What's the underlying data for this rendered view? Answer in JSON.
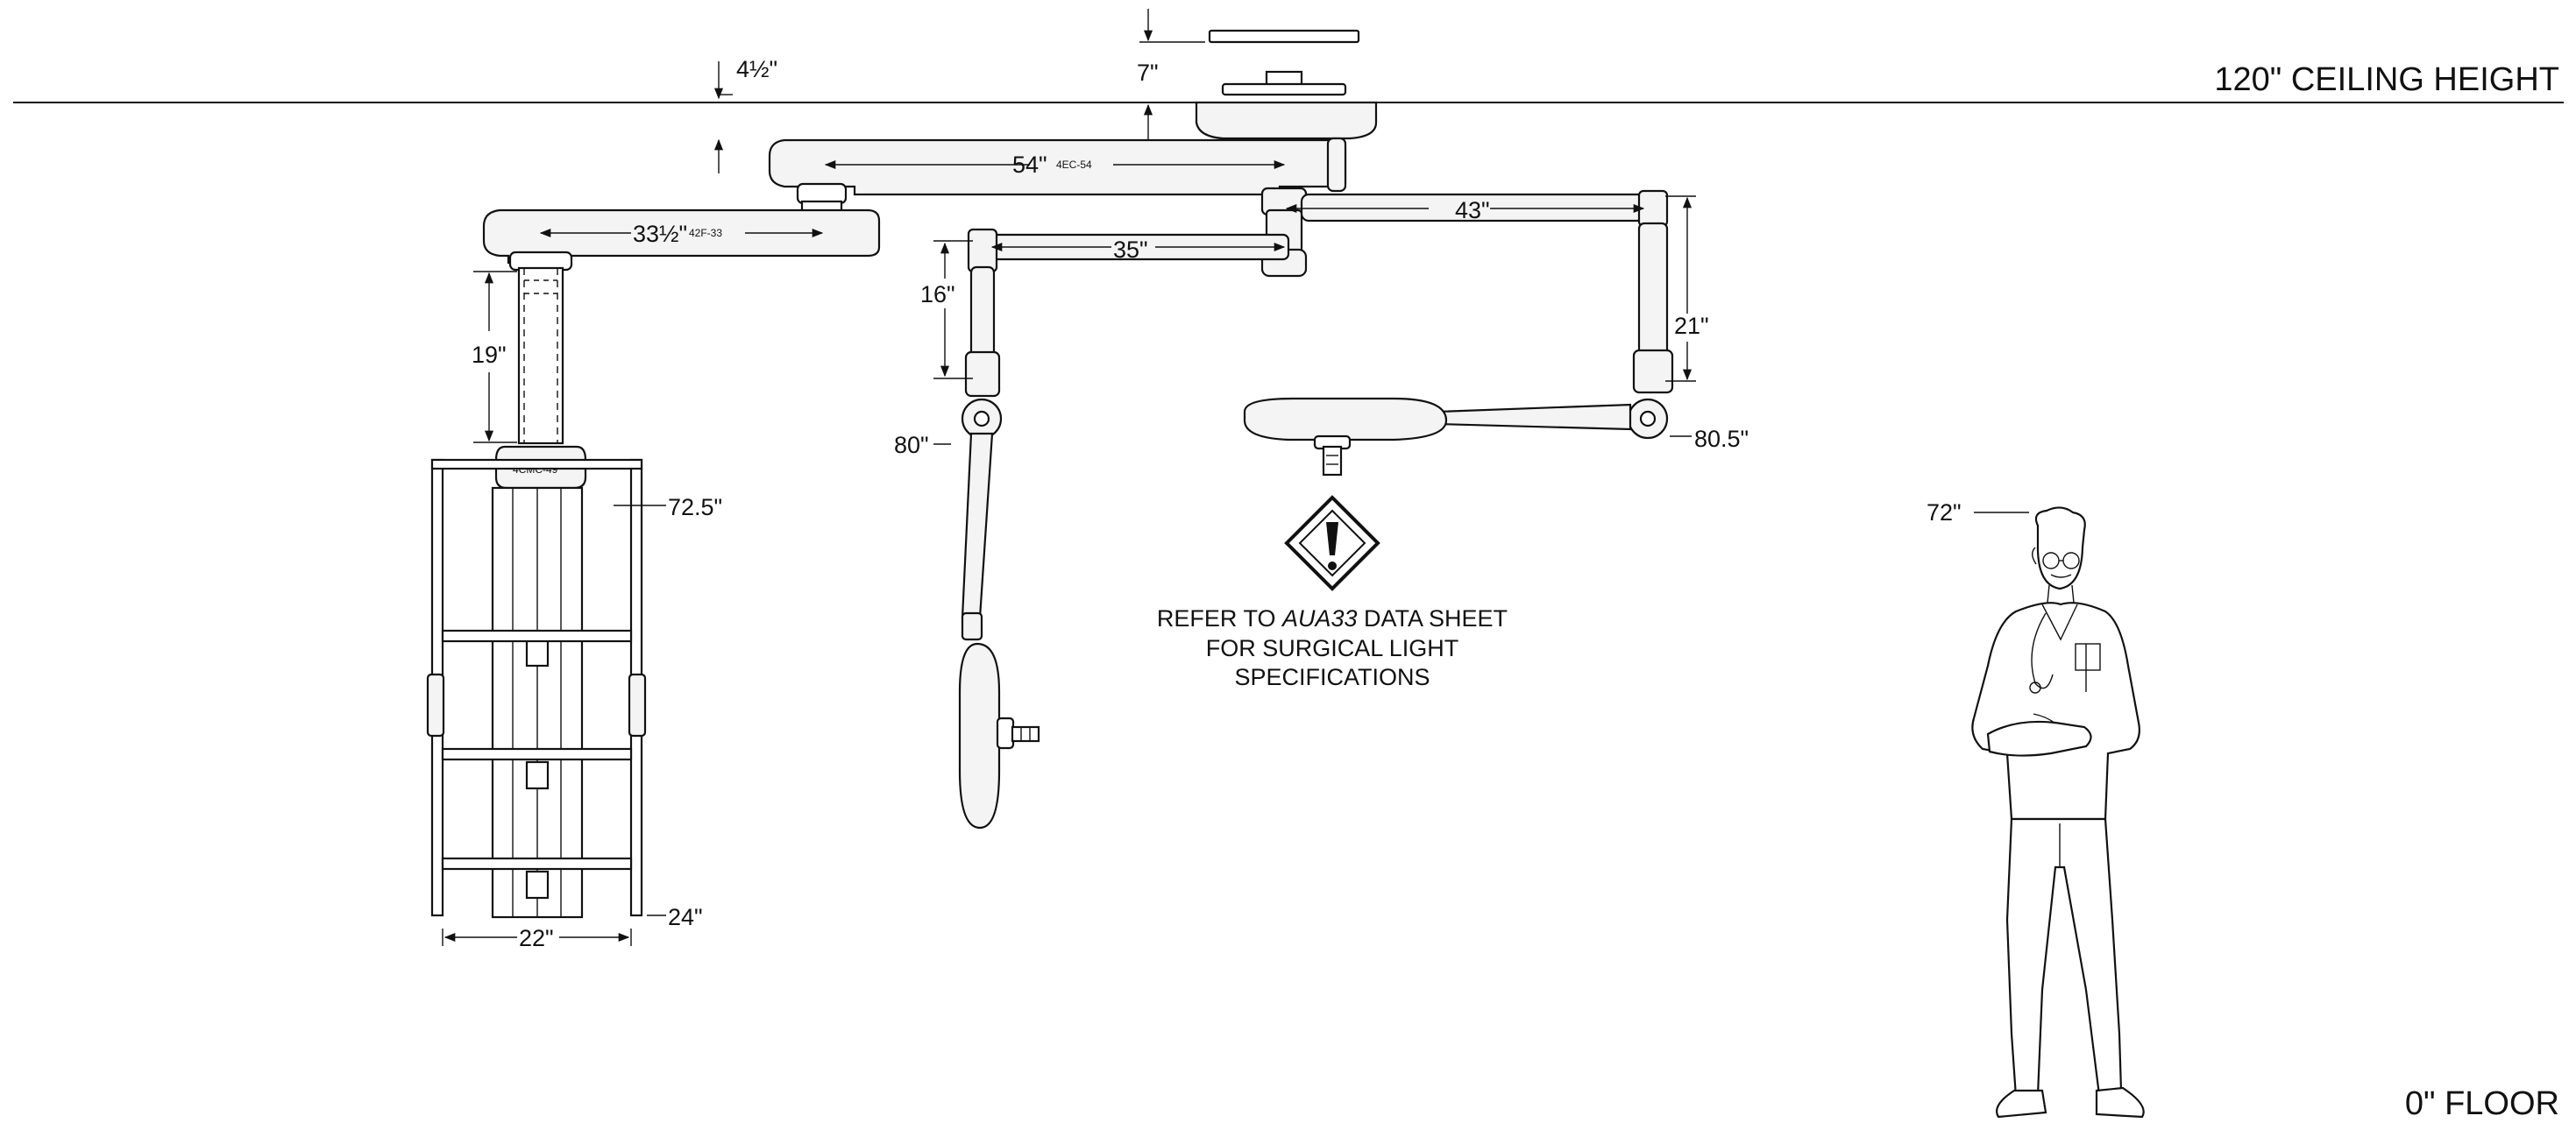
{
  "ceiling_label": "120\" CEILING HEIGHT",
  "floor_label": "0\" FLOOR",
  "dimensions": {
    "d_4_5": "4½\"",
    "d_7": "7\"",
    "d_54": "54\"",
    "d_43": "43\"",
    "d_33_5": "33½\"",
    "d_35": "35\"",
    "d_16": "16\"",
    "d_19": "19\"",
    "d_21": "21\"",
    "d_80": "80\"",
    "d_80_5": "80.5\"",
    "d_72_5": "72.5\"",
    "d_24": "24\"",
    "d_22": "22\"",
    "d_72": "72\""
  },
  "model_codes": {
    "arm_54": "4EC-54",
    "arm_33": "42F-33",
    "column": "4CMC-49"
  },
  "note": {
    "line1_prefix": "REFER TO ",
    "line1_model": "AUA33",
    "line1_suffix": " DATA SHEET",
    "line2": "FOR SURGICAL LIGHT",
    "line3": "SPECIFICATIONS"
  },
  "icons": {
    "warning": "warning-diamond-icon"
  }
}
